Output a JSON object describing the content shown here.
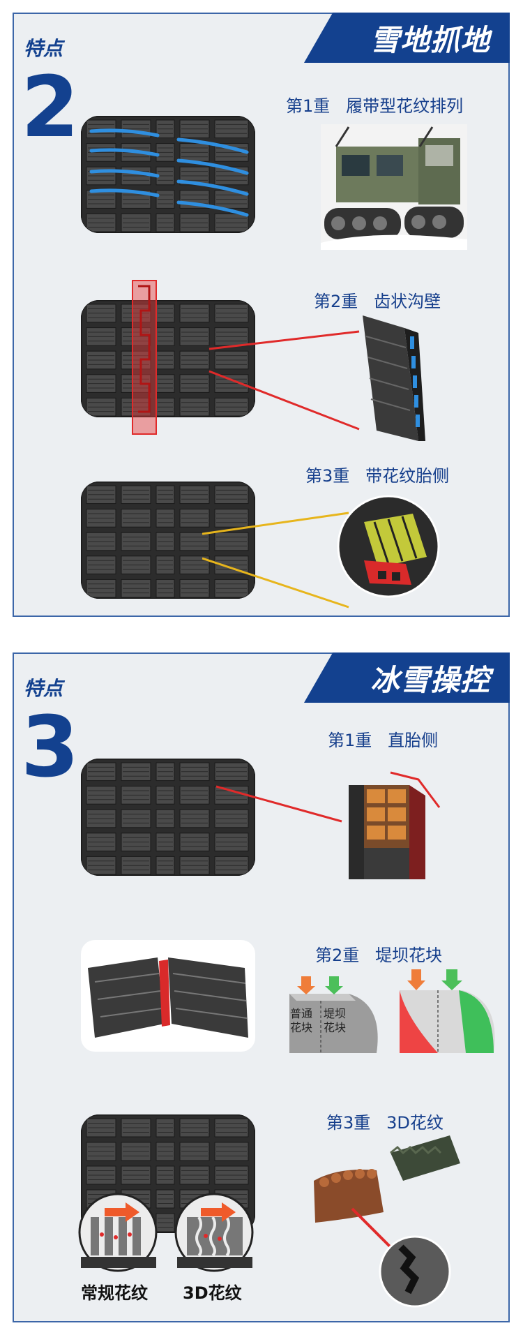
{
  "section2": {
    "label": "特点",
    "number": "2",
    "banner": "雪地抓地",
    "items": [
      {
        "caption": "第1重   履带型花纹排列"
      },
      {
        "caption": "第2重   齿状沟壁"
      },
      {
        "caption": "第3重   带花纹胎侧"
      }
    ]
  },
  "section3": {
    "label": "特点",
    "number": "3",
    "banner": "冰雪操控",
    "items": [
      {
        "caption": "第1重   直胎侧"
      },
      {
        "caption": "第2重   堤坝花块"
      },
      {
        "caption": "第3重   3D花纹"
      }
    ],
    "dam_labels": {
      "normal": "普通\n花块",
      "dam": "堤坝\n花块"
    },
    "compare_labels": {
      "normal": "常规花纹",
      "threed": "3D花纹"
    }
  },
  "colors": {
    "brand_blue": "#13418f",
    "red_line": "#e02a2a",
    "yellow_line": "#e7b51c",
    "sipe_blue": "#2f8fe0"
  }
}
